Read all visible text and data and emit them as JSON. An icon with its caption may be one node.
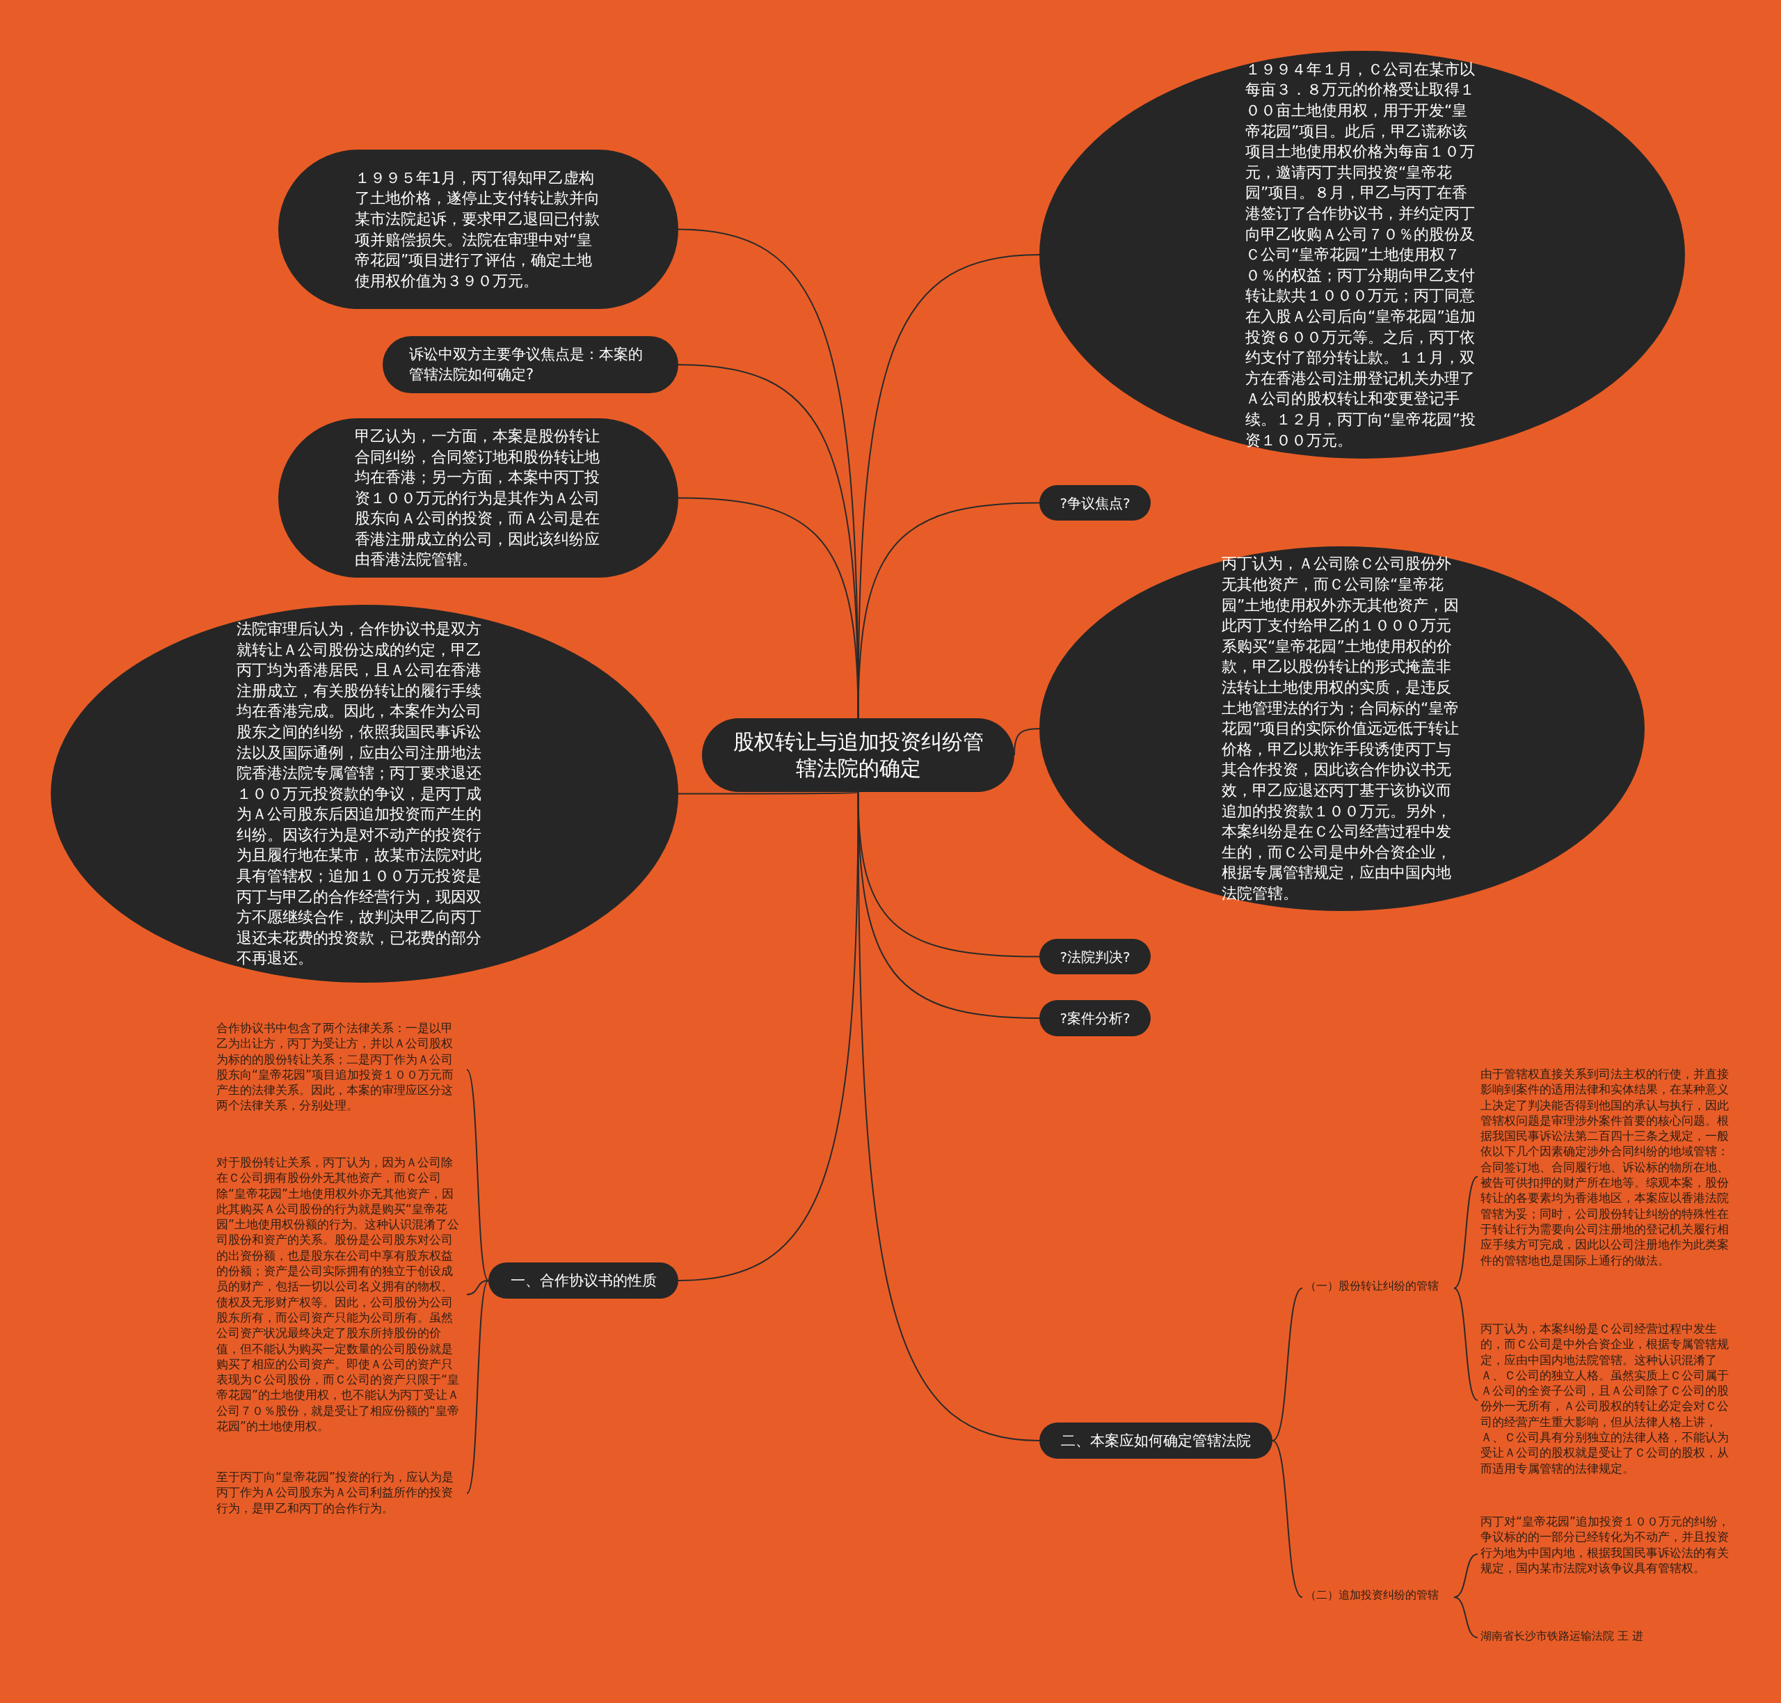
{
  "diagram": {
    "nodes": [
      {
        "text": [
          "股权转让与追加投资纠纷管辖法院的确定"
        ]
      },
      {
        "text": [
          "１９９４年１月，Ｃ公司在某市以每亩３．８万元的价格受让取得１００亩土地使用权，用于开发“皇帝花园”项目。此后，甲乙谎称该项目土地使用权价格为每亩１０万元，邀请丙丁共同投资“皇帝花园”项目。８月，甲乙与丙丁在香港签订了合作协议书，并约定丙丁向甲乙收购Ａ公司７０％的股份及Ｃ公司“皇帝花园”土地使用权７０％的权益；丙丁分期向甲乙支付转让款共１０００万元；丙丁同意在入股Ａ公司后向“皇帝花园”追加投资６００万元等。之后，丙丁依约支付了部分转让款。１１月，双方在香港公司注册登记机关办理了Ａ公司的股权转让和变更登记手续。１２月，丙丁向“皇帝花园”投资１００万元。"
        ]
      },
      {
        "text": [
          "１９９５年1月，丙丁得知甲乙虚构了土地价格，遂停止支付转让款并向某市法院起诉，要求甲乙退回已付款项并赔偿损失。法院在审理中对“皇帝花园”项目进行了评估，确定土地使用权价值为３９０万元。"
        ]
      },
      {
        "text": [
          "诉讼中双方主要争议焦点是：本案的管辖法院如何确定?"
        ]
      },
      {
        "text": [
          "甲乙认为，一方面，本案是股份转让合同纠纷，合同签订地和股份转让地均在香港；另一方面，本案中丙丁投资１００万元的行为是其作为Ａ公司股东向Ａ公司的投资，而Ａ公司是在香港注册成立的公司，因此该纠纷应由香港法院管辖。"
        ]
      },
      {
        "text": [
          "?争议焦点?"
        ]
      },
      {
        "text": [
          "丙丁认为，Ａ公司除Ｃ公司股份外无其他资产，而Ｃ公司除“皇帝花园”土地使用权外亦无其他资产，因此丙丁支付给甲乙的１０００万元系购买“皇帝花园”土地使用权的价款，甲乙以股份转让的形式掩盖非法转让土地使用权的实质，是违反土地管理法的行为；合同标的“皇帝花园”项目的实际价值远远低于转让价格，甲乙以欺诈手段诱使丙丁与其合作投资，因此该合作协议书无效，甲乙应退还丙丁基于该协议而追加的投资款１００万元。另外，本案纠纷是在Ｃ公司经营过程中发生的，而Ｃ公司是中外合资企业，根据专属管辖规定，应由中国内地法院管辖。"
        ]
      },
      {
        "text": [
          "法院审理后认为，合作协议书是双方就转让Ａ公司股份达成的约定，甲乙丙丁均为香港居民，且Ａ公司在香港注册成立，有关股份转让的履行手续均在香港完成。因此，本案作为公司股东之间的纠纷，依照我国民事诉讼法以及国际通例，应由公司注册地法院香港法院专属管辖；丙丁要求退还１００万元投资款的争议，是丙丁成为Ａ公司股东后因追加投资而产生的纠纷。因该行为是对不动产的投资行为且履行地在某市，故某市法院对此具有管辖权；追加１００万元投资是丙丁与甲乙的合作经营行为，现因双方不愿继续合作，故判决甲乙向丙丁退还未花费的投资款，已花费的部分不再退还。"
        ]
      },
      {
        "text": [
          "?法院判决?"
        ]
      },
      {
        "text": [
          "?案件分析?"
        ]
      },
      {
        "text": [
          "一、合作协议书的性质"
        ]
      },
      {
        "text": [
          "合作协议书中包含了两个法律关系：一是以甲乙为出让方，丙丁为受让方，并以Ａ公司股权为标的的股份转让关系；二是丙丁作为Ａ公司股东向“皇帝花园”项目追加投资１００万元而产生的法律关系。因此，本案的审理应区分这两个法律关系，分别处理。"
        ]
      },
      {
        "text": [
          "对于股份转让关系，丙丁认为，因为Ａ公司除在Ｃ公司拥有股份外无其他资产，而Ｃ公司除“皇帝花园”土地使用权外亦无其他资产，因此其购买Ａ公司股份的行为就是购买“皇帝花园”土地使用权份额的行为。这种认识混淆了公司股份和资产的关系。股份是公司股东对公司的出资份额，也是股东在公司中享有股东权益的份额；资产是公司实际拥有的独立于创设成员的财产，包括一切以公司名义拥有的物权、债权及无形财产权等。因此，公司股份为公司股东所有，而公司资产只能为公司所有。虽然公司资产状况最终决定了股东所持股份的价值，但不能认为购买一定数量的公司股份就是购买了相应的公司资产。即使Ａ公司的资产只表现为Ｃ公司股份，而Ｃ公司的资产只限于“皇帝花园”的土地使用权，也不能认为丙丁受让Ａ公司７０％股份，就是受让了相应份额的“皇帝花园”的土地使用权。"
        ]
      },
      {
        "text": [
          "至于丙丁向“皇帝花园”投资的行为，应认为是丙丁作为Ａ公司股东为Ａ公司利益所作的投资行为，是甲乙和丙丁的合作行为。"
        ]
      },
      {
        "text": [
          "二、本案应如何确定管辖法院"
        ]
      },
      {
        "text": [
          "（一）股份转让纠纷的管辖"
        ]
      },
      {
        "text": [
          "由于管辖权直接关系到司法主权的行使，并直接影响到案件的适用法律和实体结果，在某种意义上决定了判决能否得到他国的承认与执行，因此管辖权问题是审理涉外案件首要的核心问题。根据我国民事诉讼法第二百四十三条之规定，一般依以下几个因素确定涉外合同纠纷的地域管辖：合同签订地、合同履行地、诉讼标的物所在地、被告可供扣押的财产所在地等。综观本案，股份转让的各要素均为香港地区，本案应以香港法院管辖为妥；同时，公司股份转让纠纷的特殊性在于转让行为需要向公司注册地的登记机关履行相应手续方可完成，因此以公司注册地作为此类案件的管辖地也是国际上通行的做法。"
        ]
      },
      {
        "text": [
          "丙丁认为，本案纠纷是Ｃ公司经营过程中发生的，而Ｃ公司是中外合资企业，根据专属管辖规定，应由中国内地法院管辖。这种认识混淆了Ａ、Ｃ公司的独立人格。虽然实质上Ｃ公司属于Ａ公司的全资子公司，且Ａ公司除了Ｃ公司的股份外一无所有，Ａ公司股权的转让必定会对Ｃ公司的经营产生重大影响，但从法律人格上讲，Ａ、Ｃ公司具有分别独立的法律人格，不能认为受让Ａ公司的股权就是受让了Ｃ公司的股权，从而适用专属管辖的法律规定。"
        ]
      },
      {
        "text": [
          "（二）追加投资纠纷的管辖"
        ]
      },
      {
        "text": [
          "丙丁对“皇帝花园”追加投资１００万元的纠纷，争议标的的一部分已经转化为不动产，并且投资行为地为中国内地，根据我国民事诉讼法的有关规定，国内某市法院对该争议具有管辖权。"
        ]
      },
      {
        "text": [
          "湖南省长沙市铁路运输法院 王 进"
        ]
      }
    ],
    "edges": [
      {
        "from": 0,
        "to": 1,
        "arrow": "none"
      },
      {
        "from": 0,
        "to": 2,
        "arrow": "none"
      },
      {
        "from": 0,
        "to": 3,
        "arrow": "none"
      },
      {
        "from": 0,
        "to": 4,
        "arrow": "none"
      },
      {
        "from": 0,
        "to": 5,
        "arrow": "none"
      },
      {
        "from": 0,
        "to": 6,
        "arrow": "none"
      },
      {
        "from": 0,
        "to": 7,
        "arrow": "none"
      },
      {
        "from": 0,
        "to": 8,
        "arrow": "none"
      },
      {
        "from": 0,
        "to": 9,
        "arrow": "none"
      },
      {
        "from": 0,
        "to": 10,
        "arrow": "none"
      },
      {
        "from": 10,
        "to": 11,
        "arrow": "none"
      },
      {
        "from": 10,
        "to": 12,
        "arrow": "none"
      },
      {
        "from": 10,
        "to": 13,
        "arrow": "none"
      },
      {
        "from": 0,
        "to": 14,
        "arrow": "none"
      },
      {
        "from": 14,
        "to": 15,
        "arrow": "none"
      },
      {
        "from": 15,
        "to": 16,
        "arrow": "none"
      },
      {
        "from": 15,
        "to": 17,
        "arrow": "none"
      },
      {
        "from": 14,
        "to": 18,
        "arrow": "none"
      },
      {
        "from": 18,
        "to": 19,
        "arrow": "none"
      },
      {
        "from": 18,
        "to": 20,
        "arrow": "none"
      }
    ]
  }
}
